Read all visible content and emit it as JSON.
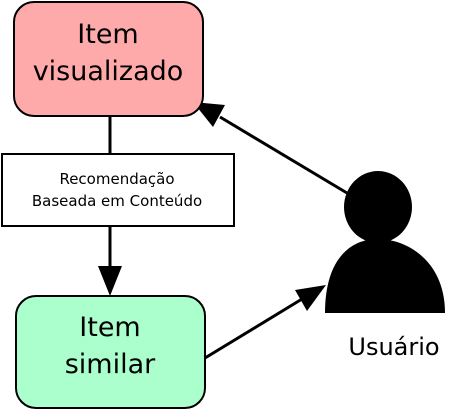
{
  "nodes": {
    "viewed_item": {
      "line1": "Item",
      "line2": "visualizado",
      "color": "#ffaaaa"
    },
    "recommendation": {
      "line1": "Recomendação",
      "line2": "Baseada em Conteúdo"
    },
    "similar_item": {
      "line1": "Item",
      "line2": "similar",
      "color": "#aaffcc"
    },
    "user": {
      "label": "Usuário",
      "icon": "user-icon"
    }
  },
  "edges": [
    {
      "from": "user",
      "to": "viewed_item"
    },
    {
      "from": "recommendation",
      "to": "similar_item"
    },
    {
      "from": "similar_item",
      "to": "user"
    }
  ]
}
